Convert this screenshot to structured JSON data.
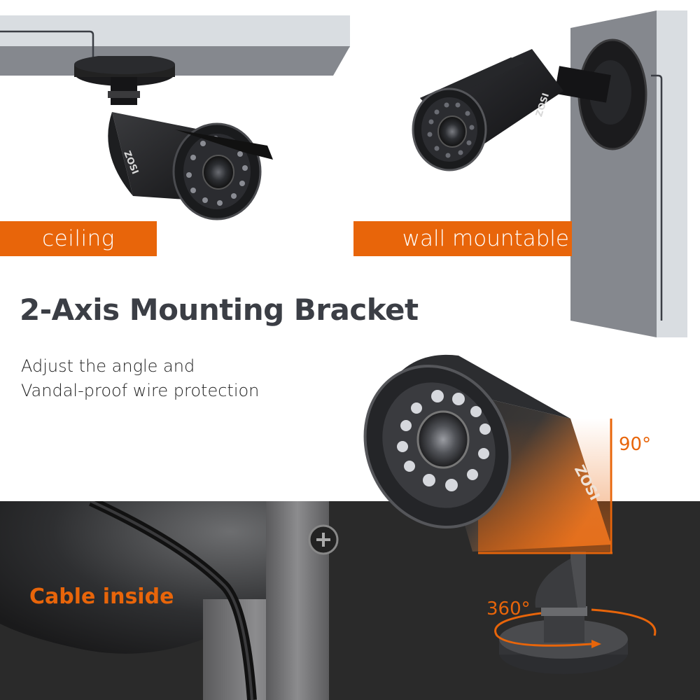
{
  "colors": {
    "accent": "#e8650a",
    "headline": "#3b3e45",
    "ceiling_top": "#d9dde1",
    "ceiling_face": "#85888e",
    "wall_face": "#85888e",
    "wall_side": "#d9dde1",
    "dark_band": "#2a2a2a",
    "camera_body": "#1d1e20"
  },
  "labels": {
    "ceiling": "ceiling",
    "wall": "wall mountable",
    "cable": "Cable inside"
  },
  "headline": "2-Axis Mounting Bracket",
  "subtext": "Adjust the angle and\nVandal-proof  wire protection",
  "angles": {
    "tilt": "90°",
    "rotate": "360°"
  },
  "brand": {
    "logo_text": "ZOSI"
  }
}
